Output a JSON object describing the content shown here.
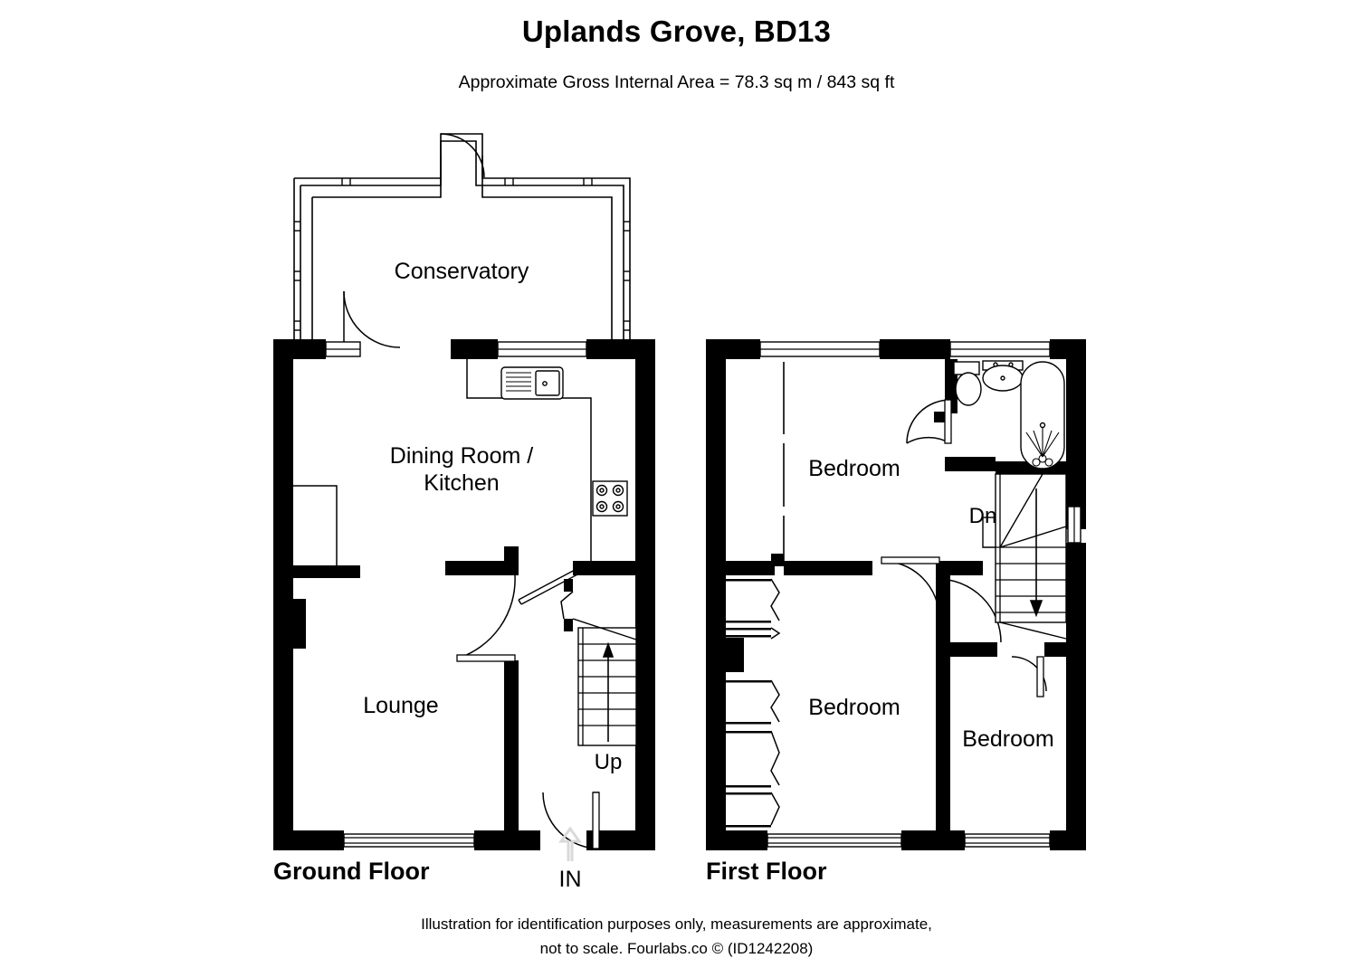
{
  "header": {
    "title": "Uplands Grove, BD13",
    "subtitle": "Approximate Gross Internal Area = 78.3 sq m / 843 sq ft"
  },
  "footer": {
    "line1": "Illustration for identification purposes only, measurements are approximate,",
    "line2": "not to scale. Fourlabs.co © (ID1242208)"
  },
  "floors": [
    {
      "id": "ground",
      "label": "Ground Floor",
      "rooms": [
        {
          "name": "conservatory",
          "label": "Conservatory"
        },
        {
          "name": "dining-kitchen",
          "label_line1": "Dining Room /",
          "label_line2": "Kitchen"
        },
        {
          "name": "lounge",
          "label": "Lounge"
        }
      ],
      "markers": [
        {
          "name": "stairs-up",
          "label": "Up"
        },
        {
          "name": "entrance",
          "label": "IN"
        }
      ]
    },
    {
      "id": "first",
      "label": "First Floor",
      "rooms": [
        {
          "name": "bedroom-1",
          "label": "Bedroom"
        },
        {
          "name": "bedroom-2",
          "label": "Bedroom"
        },
        {
          "name": "bedroom-3",
          "label": "Bedroom"
        }
      ],
      "markers": [
        {
          "name": "stairs-down",
          "label": "Dn"
        }
      ],
      "fixtures": [
        {
          "name": "toilet-fixture"
        },
        {
          "name": "basin-fixture"
        },
        {
          "name": "bath-fixture"
        }
      ]
    }
  ],
  "colors": {
    "wall": "#000000",
    "line": "#1a1a1a",
    "background": "#ffffff",
    "arrow_in": "#d9d9d9"
  }
}
